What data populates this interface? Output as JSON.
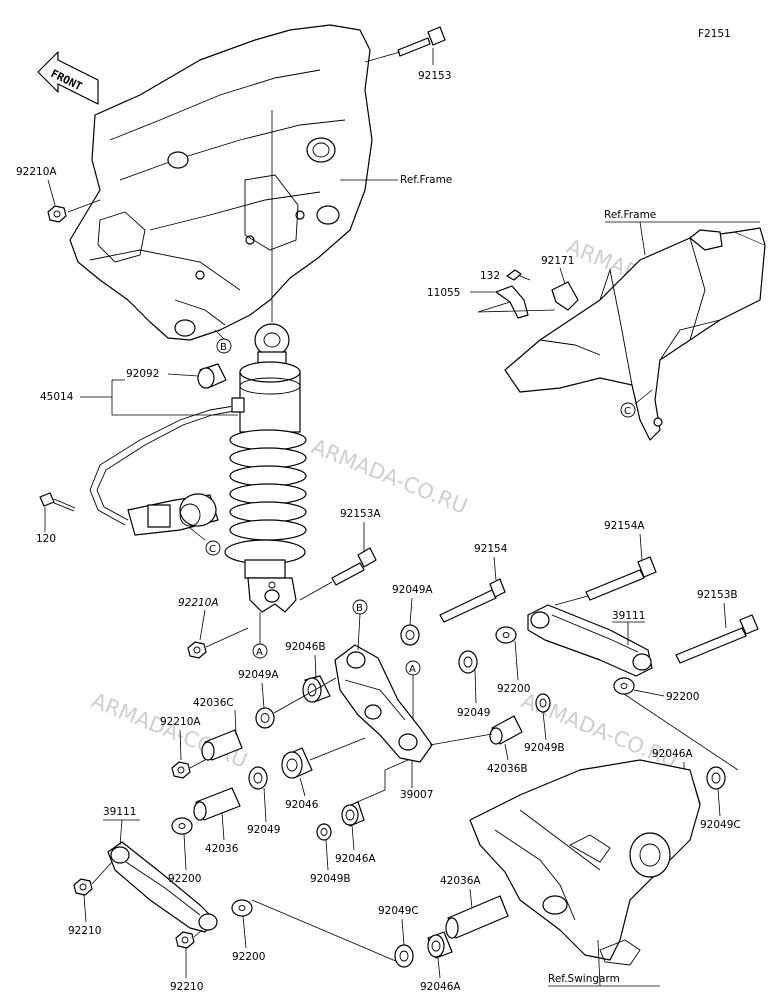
{
  "diagram_code": "F2151",
  "front_label": "FRONT",
  "watermark": "ARMADA-CO.RU",
  "refs": {
    "frame_1": "Ref.Frame",
    "frame_2": "Ref.Frame",
    "swingarm": "Ref.Swingarm"
  },
  "connectors": {
    "a1": "A",
    "a2": "A",
    "b1": "B",
    "b2": "B",
    "c1": "C",
    "c2": "C"
  },
  "labels": {
    "p92153": "92153",
    "p92210A_top": "92210A",
    "p132": "132",
    "p92171": "92171",
    "p11055": "11055",
    "p45014": "45014",
    "p92092": "92092",
    "p120": "120",
    "p92153A": "92153A",
    "p92154": "92154",
    "p92154A": "92154A",
    "p92210A_mid": "92210A",
    "p92049A_top": "92049A",
    "p39111_right": "39111",
    "p92153B": "92153B",
    "p92046B": "92046B",
    "p92049A_mid": "92049A",
    "p42036C": "42036C",
    "p92210A_low": "92210A",
    "p92200_a": "92200",
    "p92200_b": "92200",
    "p92049_r": "92049",
    "p92049B_r": "92049B",
    "p42036B": "42036B",
    "p92046A_r": "92046A",
    "p92049C_r": "92049C",
    "p39007": "39007",
    "p92046": "92046",
    "p92049_l": "92049",
    "p42036": "42036",
    "p39111_left": "39111",
    "p92200_c": "92200",
    "p92049B_l": "92049B",
    "p92046A_l": "92046A",
    "p92210_a": "92210",
    "p92210_b": "92210",
    "p92200_d": "92200",
    "p42036A": "42036A",
    "p92049C_l": "92049C",
    "p92046A_b": "92046A"
  }
}
